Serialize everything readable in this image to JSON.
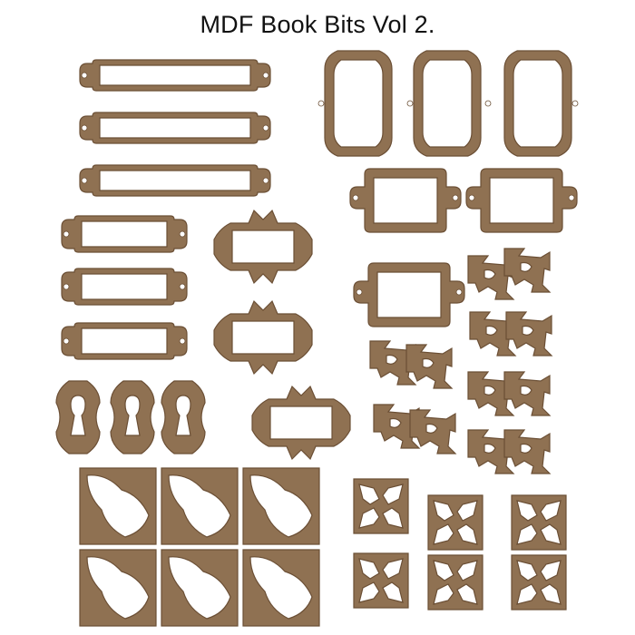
{
  "title": "MDF Book Bits Vol 2.",
  "colors": {
    "background": "#ffffff",
    "mdf": "#8f7152",
    "mdf_edge": "#6b4f35",
    "hole": "#ffffff"
  },
  "items": {
    "label_plate_large": "label-plate",
    "label_plate_small": "label-plate",
    "arched_frame": "arched-frame",
    "rect_frame_eared": "rect-frame",
    "ornate_label_frame": "ornate-frame",
    "keyhole_escutcheon": "keyhole-escutcheon",
    "leaf_corner": "leaf-corner",
    "fleur_corner": "fleur-corner",
    "square_corner_tile": "corner-tile"
  }
}
